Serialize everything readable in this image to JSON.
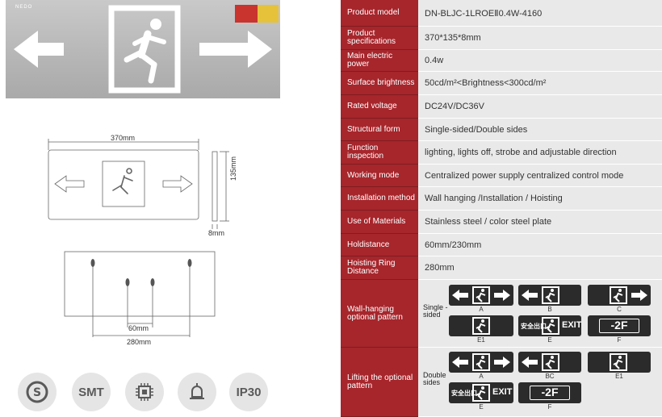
{
  "brand": "NEDO",
  "diagram": {
    "width_label": "370mm",
    "height_label": "135mm",
    "depth_label": "8mm",
    "hole_spacing_label": "60mm",
    "hole_span_label": "280mm"
  },
  "specs": [
    {
      "label": "Product model",
      "value": "DN-BLJC-1LROEⅡ0.4W-4160"
    },
    {
      "label": "Product specifications",
      "value": "370*135*8mm"
    },
    {
      "label": "Main electric power",
      "value": "0.4w"
    },
    {
      "label": "Surface brightness",
      "value": "50cd/m²<Brightness<300cd/m²"
    },
    {
      "label": "Rated voltage",
      "value": "DC24V/DC36V"
    },
    {
      "label": "Structural form",
      "value": "Single-sided/Double sides"
    },
    {
      "label": "Function inspection",
      "value": "lighting, lights off, strobe and adjustable direction"
    },
    {
      "label": "Working mode",
      "value": "Centralized power supply centralized control mode"
    },
    {
      "label": "Installation method",
      "value": "Wall hanging /Installation / Hoisting"
    },
    {
      "label": "Use of Materials",
      "value": "Stainless steel / color steel plate"
    },
    {
      "label": "Holdistance",
      "value": "60mm/230mm"
    },
    {
      "label": "Hoisting Ring Distance",
      "value": "280mm"
    }
  ],
  "patterns": {
    "wall": {
      "label": "Wall-hanging optional pattern",
      "side": "Single -sided",
      "tiles": [
        "A",
        "B",
        "C",
        "E1",
        "E",
        "F"
      ]
    },
    "lift": {
      "label": "Lifting the optional pattern",
      "side": "Double sides",
      "tiles": [
        "A",
        "BC",
        "E1",
        "E",
        "F"
      ]
    },
    "exit_text": "EXIT",
    "floor_text": "-2F",
    "chinese_exit": "安全出口"
  },
  "badges": [
    "SMT",
    "IP30"
  ]
}
